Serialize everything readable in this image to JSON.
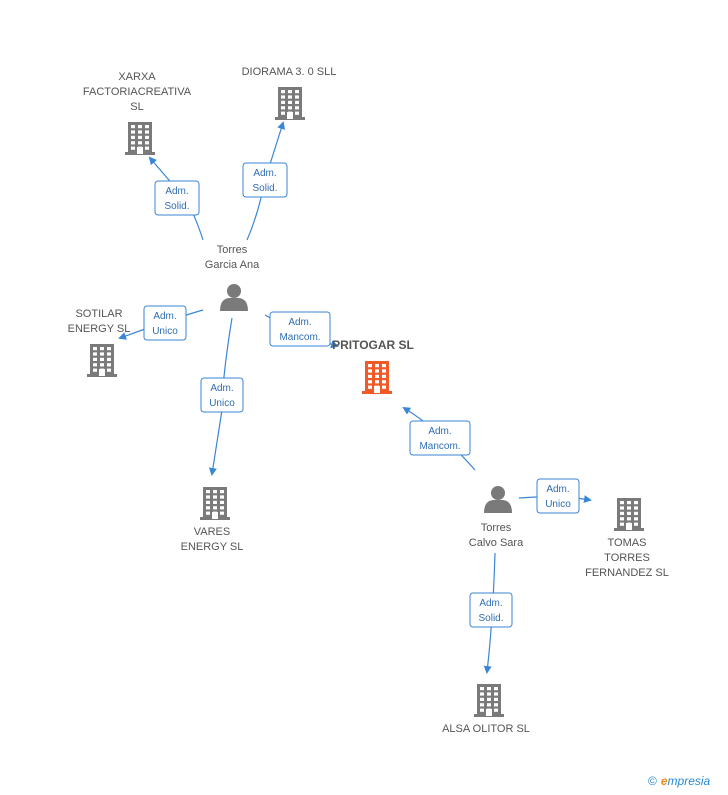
{
  "colors": {
    "building": "#7a7a7a",
    "highlight": "#f05a28",
    "person": "#7a7a7a",
    "edge": "#3a86d6",
    "edge_text": "#2f6db3",
    "label": "#555555"
  },
  "nodes": {
    "xarxa": {
      "lines": [
        "XARXA",
        "FACTORIACREATIVA",
        "SL"
      ],
      "kind": "company"
    },
    "diorama": {
      "lines": [
        "DIORAMA 3. 0 SLL"
      ],
      "kind": "company"
    },
    "sotilar": {
      "lines": [
        "SOTILAR",
        "ENERGY SL"
      ],
      "kind": "company"
    },
    "pritogar": {
      "lines": [
        "PRITOGAR SL"
      ],
      "kind": "company-main"
    },
    "vares": {
      "lines": [
        "VARES",
        "ENERGY SL"
      ],
      "kind": "company"
    },
    "tomas": {
      "lines": [
        "TOMAS",
        "TORRES",
        "FERNANDEZ SL"
      ],
      "kind": "company"
    },
    "alsa": {
      "lines": [
        "ALSA OLITOR SL"
      ],
      "kind": "company"
    },
    "ana": {
      "lines": [
        "Torres",
        "Garcia Ana"
      ],
      "kind": "person"
    },
    "sara": {
      "lines": [
        "Torres",
        "Calvo Sara"
      ],
      "kind": "person"
    }
  },
  "edges": [
    {
      "id": "ana-xarxa",
      "lines": [
        "Adm.",
        "Solid."
      ]
    },
    {
      "id": "ana-diorama",
      "lines": [
        "Adm.",
        "Solid."
      ]
    },
    {
      "id": "ana-sotilar",
      "lines": [
        "Adm.",
        "Unico"
      ]
    },
    {
      "id": "ana-pritogar",
      "lines": [
        "Adm.",
        "Mancom."
      ]
    },
    {
      "id": "ana-vares",
      "lines": [
        "Adm.",
        "Unico"
      ]
    },
    {
      "id": "sara-pritogar",
      "lines": [
        "Adm.",
        "Mancom."
      ]
    },
    {
      "id": "sara-tomas",
      "lines": [
        "Adm.",
        "Unico"
      ]
    },
    {
      "id": "sara-alsa",
      "lines": [
        "Adm.",
        "Solid."
      ]
    }
  ],
  "brand": {
    "copyright": "©",
    "e": "e",
    "rest": "mpresia"
  }
}
